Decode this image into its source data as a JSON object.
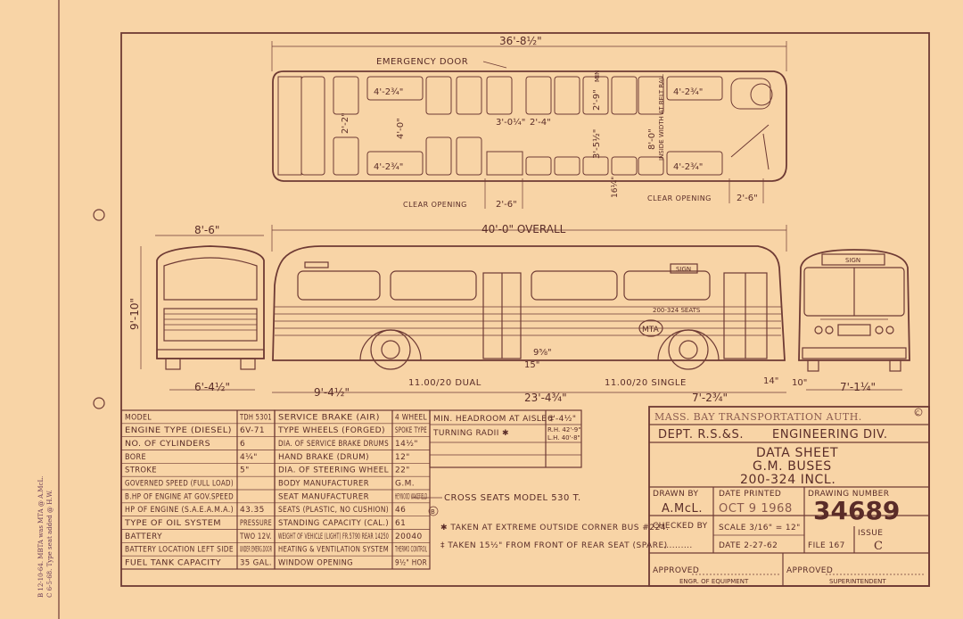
{
  "margin_notes": {
    "note1": "B 12-10-64. MBTA was MTA @ A.McL.",
    "note2": "C 6-5-68. Type seat added @ H.W."
  },
  "plan_view": {
    "overall_width_dim": "36'-8½\"",
    "emergency_door": "EMERGENCY DOOR",
    "dims": [
      "4'-2¾\"",
      "4'-2¾\"",
      "4'-2¾\"",
      "4'-2¾\"",
      "2'-2\"",
      "4'-0\"",
      "3'-0¼\"",
      "2'-4\"",
      "2'-9\"",
      "3'-5½\"",
      "8'-0\"",
      "16¼\"",
      "2'-6\"",
      "2'-6\""
    ],
    "inside_width": "INSIDE WIDTH AT BELT RAIL",
    "clear_opening_front": "CLEAR OPENING",
    "clear_opening_rear": "CLEAR OPENING",
    "min": "MIN"
  },
  "elevation": {
    "overall_length": "40'-0\" OVERALL",
    "width": "8'-6\"",
    "height": "9'-10\"",
    "rear_track": "6'-4½\"",
    "front_track": "7'-1¼\"",
    "rear_overhang": "9'-4½\"",
    "wheelbase": "23'-4¾\"",
    "front_overhang": "7'-2¾\"",
    "tire_rear": "11.00/20 DUAL",
    "tire_front": "11.00/20 SINGLE",
    "step_height": "9⅝\"",
    "step_15": "15\"",
    "dim14": "14\"",
    "dim10": "10\"",
    "sign": "SIGN",
    "front_sign": "SIGN",
    "logo": "MTA",
    "fleet_numbers": "200-324 SEATS"
  },
  "spec_table_1": [
    {
      "label": "MODEL",
      "value": "TDH 5301"
    },
    {
      "label": "ENGINE TYPE (DIESEL)",
      "value": "6V-71"
    },
    {
      "label": "NO. OF CYLINDERS",
      "value": "6"
    },
    {
      "label": "BORE",
      "value": "4¼\""
    },
    {
      "label": "STROKE",
      "value": "5\""
    },
    {
      "label": "GOVERNED SPEED (FULL LOAD)",
      "value": ""
    },
    {
      "label": "B.HP OF ENGINE AT GOV.SPEED",
      "value": ""
    },
    {
      "label": "HP OF ENGINE (S.A.E.A.M.A.)",
      "value": "43.35"
    },
    {
      "label": "TYPE OF OIL SYSTEM",
      "value": "PRESSURE"
    },
    {
      "label": "BATTERY",
      "value": "TWO 12V."
    },
    {
      "label": "BATTERY LOCATION  LEFT SIDE",
      "value": "UNDER EMERG.DOOR"
    },
    {
      "label": "FUEL TANK CAPACITY",
      "value": "35 GAL."
    }
  ],
  "spec_table_2": [
    {
      "label": "SERVICE BRAKE (AIR)",
      "value": "4 WHEEL"
    },
    {
      "label": "TYPE WHEELS (FORGED)",
      "value": "SPOKE TYPE"
    },
    {
      "label": "DIA. OF SERVICE BRAKE DRUMS",
      "value": "14½\""
    },
    {
      "label": "HAND BRAKE (DRUM)",
      "value": "12\""
    },
    {
      "label": "DIA. OF STEERING WHEEL",
      "value": "22\""
    },
    {
      "label": "BODY MANUFACTURER",
      "value": "G.M."
    },
    {
      "label": "SEAT MANUFACTURER",
      "value": "HEYWOOD WAKEFIELD"
    },
    {
      "label": "SEATS (PLASTIC, NO CUSHION)",
      "value": "46"
    },
    {
      "label": "STANDING CAPACITY (CAL.)",
      "value": "61"
    },
    {
      "label": "WEIGHT OF VEHICLE (LIGHT) FR.5790 REAR 14250",
      "value": "20040"
    },
    {
      "label": "HEATING & VENTILATION SYSTEM",
      "value": "THERMO CONTROL"
    },
    {
      "label": "WINDOW OPENING",
      "value": "9½\" HOR"
    }
  ],
  "spec_table_3": {
    "headroom_label": "MIN. HEADROOM AT AISLE ‡",
    "headroom_value": "6'-4½\"",
    "turning_label": "TURNING RADII  ✱",
    "turning_rh": "R.H. 42'-9\"",
    "turning_lh": "L.H. 40'-8\""
  },
  "notes": {
    "cross_seats": "CROSS SEATS MODEL 530 T.",
    "note_star": "✱ TAKEN AT EXTREME OUTSIDE CORNER BUS #224.",
    "note_dagger": "‡ TAKEN 15½\" FROM FRONT OF REAR SEAT (SPARE)",
    "circle_b": "B"
  },
  "title_block": {
    "agency_stamp": "MASS. BAY TRANSPORTATION AUTH.",
    "dept": "DEPT. R.S.&S.",
    "division": "ENGINEERING DIV.",
    "title1": "DATA SHEET",
    "title2": "G.M. BUSES",
    "title3": "200-324 INCL.",
    "drawn_by_label": "DRAWN BY",
    "drawn_by": "A.McL.",
    "date_printed_label": "DATE PRINTED",
    "date_printed": "OCT 9 1968",
    "drawing_number_label": "DRAWING NUMBER",
    "drawing_number": "34689",
    "checked_by_label": "CHECKED BY",
    "checked_by": "..........",
    "scale": "SCALE 3/16\" = 12\"",
    "date": "DATE 2-27-62",
    "file": "FILE 167",
    "issue_label": "ISSUE",
    "issue": "C",
    "approved1": "APPROVED",
    "approved1_sub": "ENGR. OF EQUIPMENT",
    "approved2": "APPROVED",
    "approved2_sub": "SUPERINTENDENT",
    "issue_circle": "C"
  }
}
